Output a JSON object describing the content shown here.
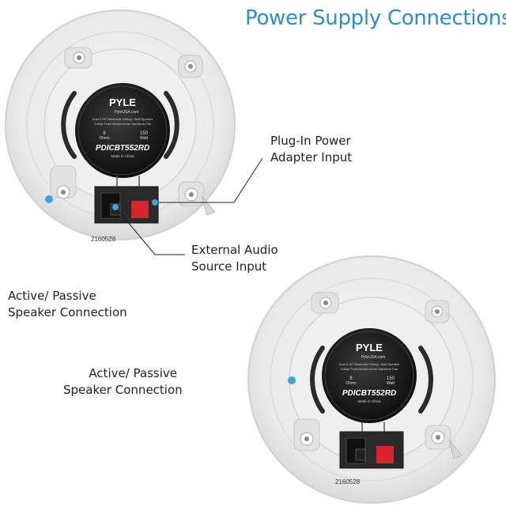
{
  "title": "Power Supply Connections",
  "labels": {
    "plug_in_line1": "Plug-In Power",
    "plug_in_line2": "Adapter Input",
    "external_line1": "External Audio",
    "external_line2": "Source Input",
    "active_top_line1": "Active/ Passive",
    "active_top_line2": "Speaker Connection",
    "active_bottom_line1": "Active/ Passive",
    "active_bottom_line2": "Speaker Connection"
  },
  "speaker_label": {
    "brand": "PYLE",
    "site": "PyleUSA.com",
    "desc1": "Dual 5.25\" Bluetooth Ceiling / Wall Speaker",
    "desc2": "2-Way Flush Mount Home Speakers Pair",
    "ohms_value": "8",
    "ohms_unit": "Ohms",
    "watt_value": "150",
    "watt_unit": "Watt",
    "model": "PDICBT552RD",
    "made_in": "Made in China"
  },
  "serial": "2160528",
  "colors": {
    "accent": "#2a8fc6",
    "dot": "#3aa8e0",
    "terminal_red": "#d9222a",
    "magnet": "#1c1c1c"
  }
}
